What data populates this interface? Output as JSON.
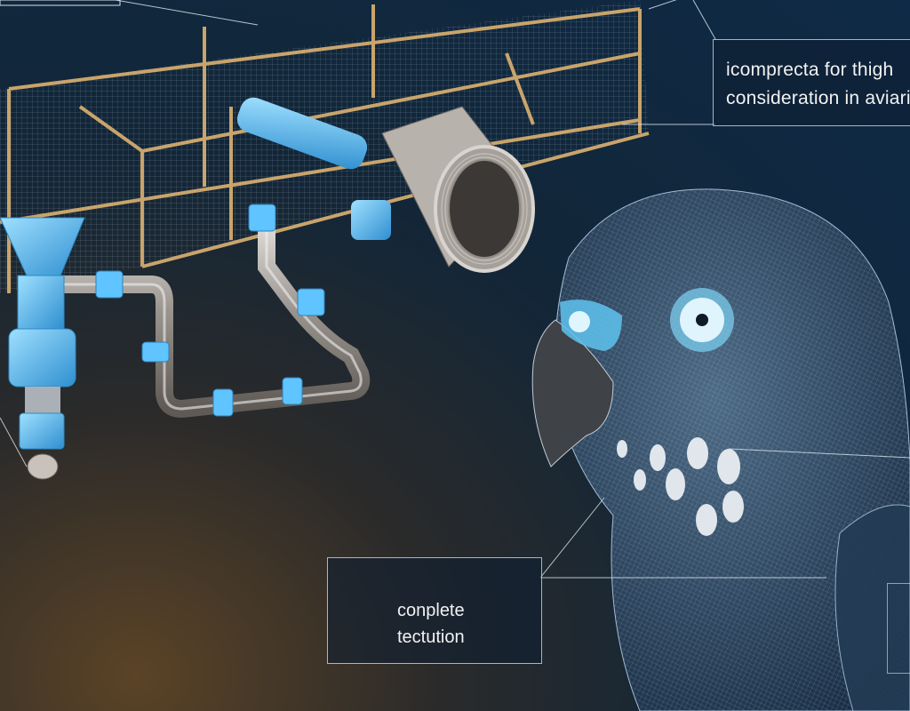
{
  "callouts": {
    "top_right": {
      "line1": "icomprecta for thigh",
      "line2": "consideration in aviari"
    },
    "bottom": {
      "line1": "conplete",
      "line2": "tectution"
    }
  },
  "colors": {
    "background_dark": "#0f2a46",
    "cage_frame": "#c9a46b",
    "pipe_metal": "#b9b4ae",
    "fitting_blue": "#5fc4ff",
    "bird_wire": "#cfe3f5",
    "bird_eye": "#bfeaff"
  }
}
